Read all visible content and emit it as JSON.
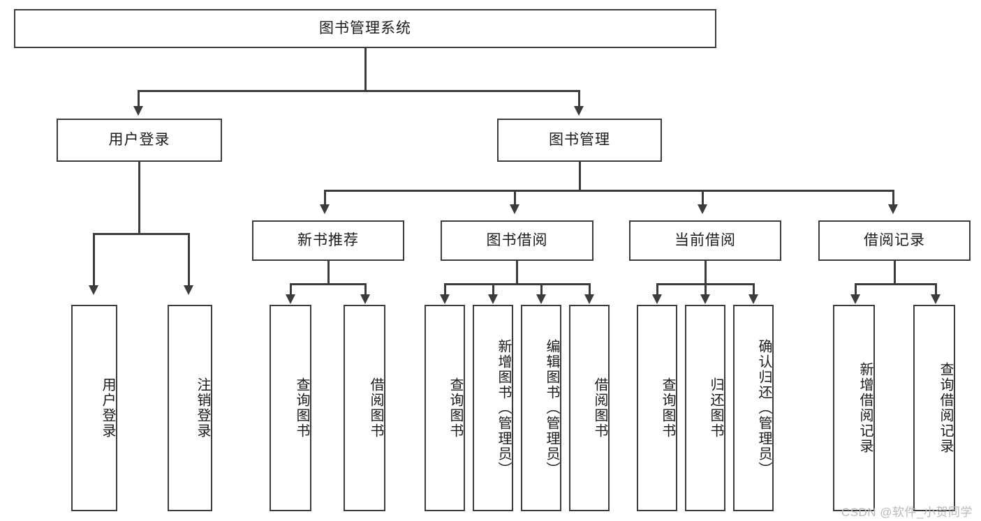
{
  "diagram": {
    "title": "图书管理系统",
    "watermark": "CSDN @软件_小贺同学",
    "line_color": "#3b3b3b",
    "text_color": "#1a1a1a",
    "background": "#ffffff",
    "nodes": {
      "root": "图书管理系统",
      "level2": {
        "user_login": "用户登录",
        "book_management": "图书管理"
      },
      "level3": {
        "new_book_recommend": "新书推荐",
        "book_borrow": "图书借阅",
        "current_borrow": "当前借阅",
        "borrow_record": "借阅记录"
      },
      "leaves": {
        "user_login_1": "用户登录",
        "user_login_2": "注销登录",
        "recommend_1": "查询图书",
        "recommend_2": "借阅图书",
        "borrow_1": "查询图书",
        "borrow_2": "新增图书（管理员）",
        "borrow_3": "编辑图书（管理员）",
        "borrow_4": "借阅图书",
        "current_1": "查询图书",
        "current_2": "归还图书",
        "current_3": "确认归还（管理员）",
        "record_1": "新增借阅记录",
        "record_2": "查询借阅记录"
      }
    }
  }
}
